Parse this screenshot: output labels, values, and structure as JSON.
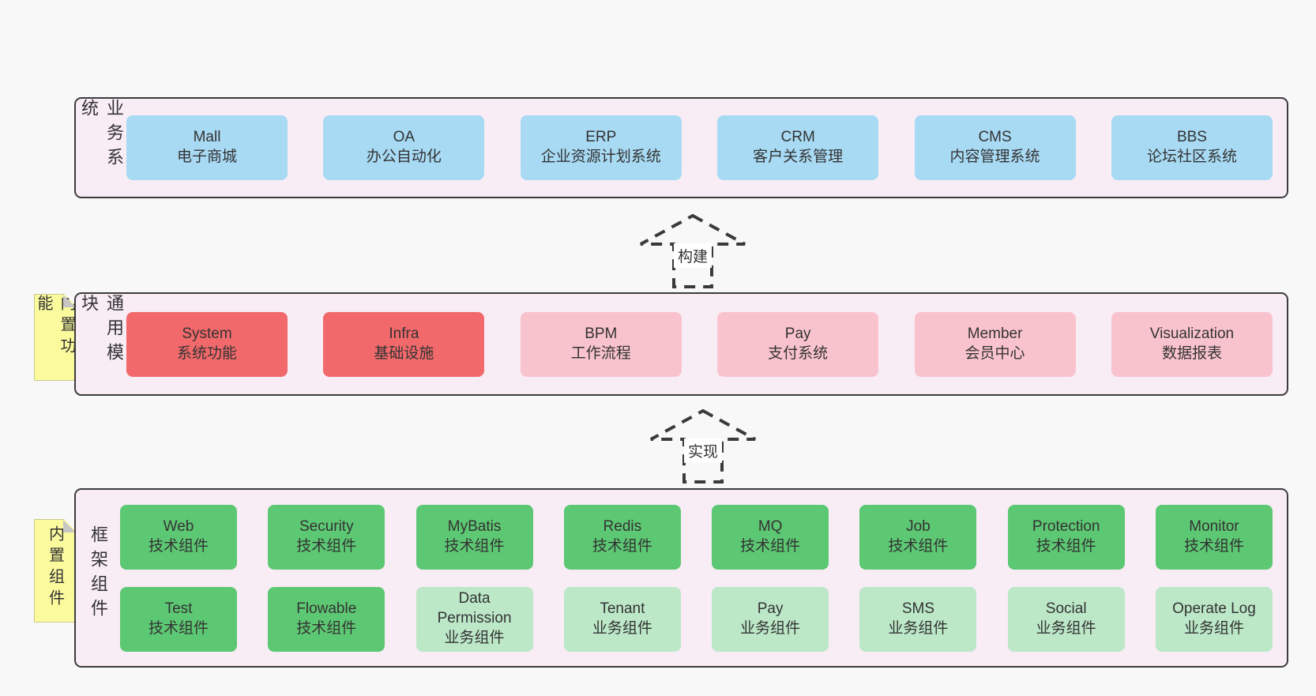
{
  "colors": {
    "page_bg": "#f8f8f8",
    "layer_bg": "#f8ecf5",
    "layer_border": "#3c3c3c",
    "blue_box": "#a8daf4",
    "red_box": "#f2696b",
    "pink_box": "#f9c3ce",
    "green_box": "#5dc873",
    "light_green_box": "#bce8c8",
    "sticky_bg": "#fbfb9e",
    "text": "#333333"
  },
  "arrows": [
    {
      "label": "构建"
    },
    {
      "label": "实现"
    }
  ],
  "layers": [
    {
      "label": "业务系统",
      "rows": [
        [
          {
            "title": "Mall",
            "subtitle": "电子商城",
            "type": "blue"
          },
          {
            "title": "OA",
            "subtitle": "办公自动化",
            "type": "blue"
          },
          {
            "title": "ERP",
            "subtitle": "企业资源计划系统",
            "type": "blue"
          },
          {
            "title": "CRM",
            "subtitle": "客户关系管理",
            "type": "blue"
          },
          {
            "title": "CMS",
            "subtitle": "内容管理系统",
            "type": "blue"
          },
          {
            "title": "BBS",
            "subtitle": "论坛社区系统",
            "type": "blue"
          }
        ]
      ]
    },
    {
      "label": "通用模块",
      "sticky": "内置功能",
      "rows": [
        [
          {
            "title": "System",
            "subtitle": "系统功能",
            "type": "red"
          },
          {
            "title": "Infra",
            "subtitle": "基础设施",
            "type": "red"
          },
          {
            "title": "BPM",
            "subtitle": "工作流程",
            "type": "pink"
          },
          {
            "title": "Pay",
            "subtitle": "支付系统",
            "type": "pink"
          },
          {
            "title": "Member",
            "subtitle": "会员中心",
            "type": "pink"
          },
          {
            "title": "Visualization",
            "subtitle": "数据报表",
            "type": "pink"
          }
        ]
      ]
    },
    {
      "label": "框架组件",
      "sticky": "内置组件",
      "rows": [
        [
          {
            "title": "Web",
            "subtitle": "技术组件",
            "type": "green"
          },
          {
            "title": "Security",
            "subtitle": "技术组件",
            "type": "green"
          },
          {
            "title": "MyBatis",
            "subtitle": "技术组件",
            "type": "green"
          },
          {
            "title": "Redis",
            "subtitle": "技术组件",
            "type": "green"
          },
          {
            "title": "MQ",
            "subtitle": "技术组件",
            "type": "green"
          },
          {
            "title": "Job",
            "subtitle": "技术组件",
            "type": "green"
          },
          {
            "title": "Protection",
            "subtitle": "技术组件",
            "type": "green"
          },
          {
            "title": "Monitor",
            "subtitle": "技术组件",
            "type": "green"
          }
        ],
        [
          {
            "title": "Test",
            "subtitle": "技术组件",
            "type": "green"
          },
          {
            "title": "Flowable",
            "subtitle": "技术组件",
            "type": "green"
          },
          {
            "title": "Data Permission",
            "subtitle": "业务组件",
            "type": "lightgreen"
          },
          {
            "title": "Tenant",
            "subtitle": "业务组件",
            "type": "lightgreen"
          },
          {
            "title": "Pay",
            "subtitle": "业务组件",
            "type": "lightgreen"
          },
          {
            "title": "SMS",
            "subtitle": "业务组件",
            "type": "lightgreen"
          },
          {
            "title": "Social",
            "subtitle": "业务组件",
            "type": "lightgreen"
          },
          {
            "title": "Operate Log",
            "subtitle": "业务组件",
            "type": "lightgreen"
          }
        ]
      ]
    }
  ]
}
